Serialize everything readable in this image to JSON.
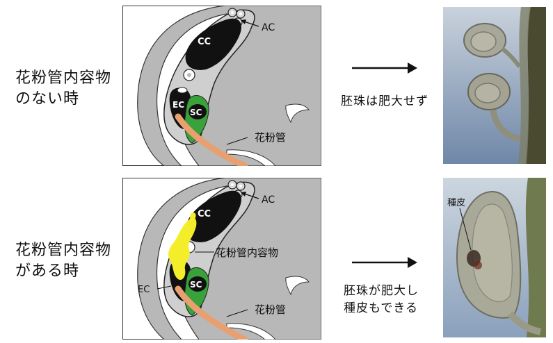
{
  "rows": [
    {
      "label_line1": "花粉管内容物",
      "label_line2": "のない時",
      "result_line1": "胚珠は肥大せず",
      "result_line2": "",
      "labels": {
        "cc": "CC",
        "ac": "AC",
        "ec": "EC",
        "sc": "SC",
        "pollen_tube": "花粉管"
      }
    },
    {
      "label_line1": "花粉管内容物",
      "label_line2": "がある時",
      "result_line1": "胚珠が肥大し",
      "result_line2": "種皮もできる",
      "labels": {
        "cc": "CC",
        "ac": "AC",
        "ec": "EC",
        "sc": "SC",
        "pollen_tube": "花粉管",
        "contents": "花粉管内容物",
        "seed_coat": "種皮"
      }
    }
  ],
  "colors": {
    "tissue_gray": "#b8b8b8",
    "cell_black": "#111111",
    "synergid_green": "#39a23a",
    "pollen_tube_orange": "#e8a070",
    "contents_yellow": "#f4ee2a"
  }
}
